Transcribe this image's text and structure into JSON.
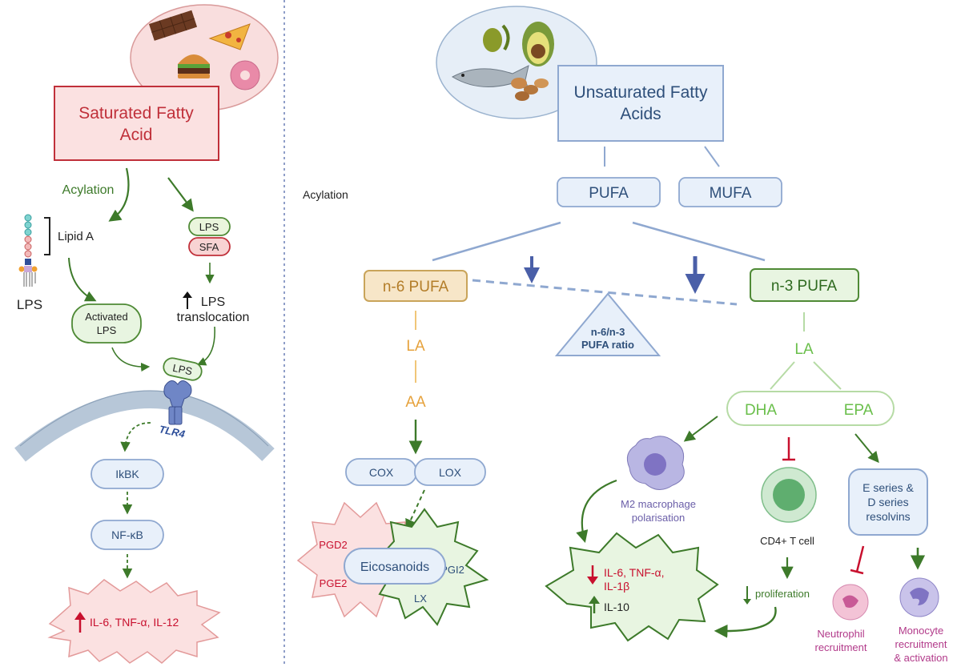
{
  "left": {
    "title_line1": "Saturated Fatty",
    "title_line2": "Acid",
    "acylation": "Acylation",
    "lipid_a": "Lipid A",
    "lps": "LPS",
    "lps_pill": "LPS",
    "sfa_pill": "SFA",
    "translocation_line1": "LPS",
    "translocation_line2": "translocation",
    "activated_line1": "Activated",
    "activated_line2": "LPS",
    "receptor_lps": "LPS",
    "tlr4": "TLR4",
    "ikbk": "IkBK",
    "nfkb": "NF-κB",
    "cytokines": "IL-6, TNF-α, IL-12"
  },
  "right": {
    "title_line1": "Unsaturated Fatty",
    "title_line2": "Acids",
    "acylation": "Acylation",
    "pufa": "PUFA",
    "mufa": "MUFA",
    "n6": "n-6 PUFA",
    "n3": "n-3 PUFA",
    "ratio_line1": "n-6/n-3",
    "ratio_line2": "PUFA ratio",
    "la_left": "LA",
    "aa": "AA",
    "cox": "COX",
    "lox": "LOX",
    "pgd2": "PGD2",
    "pge2": "PGE2",
    "eicosanoids": "Eicosanoids",
    "pgi2": "PGI2",
    "lx": "LX",
    "la_right": "LA",
    "dha": "DHA",
    "epa": "EPA",
    "m2_line1": "M2 macrophage",
    "m2_line2": "polarisation",
    "cd4": "CD4+ T cell",
    "proliferation": "proliferation",
    "resolvins_line1": "E series &",
    "resolvins_line2": "D series",
    "resolvins_line3": "resolvins",
    "anti_line1": "IL-6, TNF-α,",
    "anti_line2": "IL-1β",
    "il10": "IL-10",
    "neutrophil_line1": "Neutrophil",
    "neutrophil_line2": "recruitment",
    "monocyte_line1": "Monocyte",
    "monocyte_line2": "recruitment",
    "monocyte_line3": "& activation"
  },
  "colors": {
    "green": "#3d7a2a",
    "blue_box_fill": "#e8f0fa",
    "blue_stroke": "#8fa8d0",
    "red_text": "#c8102e",
    "sat_fill": "#fbe1e1",
    "sat_stroke": "#c0303a",
    "n6_fill": "#f7e6c8",
    "n6_stroke": "#c9a45a",
    "n3_fill": "#e8f5e1",
    "n3_stroke": "#4f8a36",
    "orange_text": "#e6a23c",
    "light_green_text": "#6abf4b",
    "purple_text": "#6a5ea8",
    "magenta_text": "#b23a8a"
  }
}
